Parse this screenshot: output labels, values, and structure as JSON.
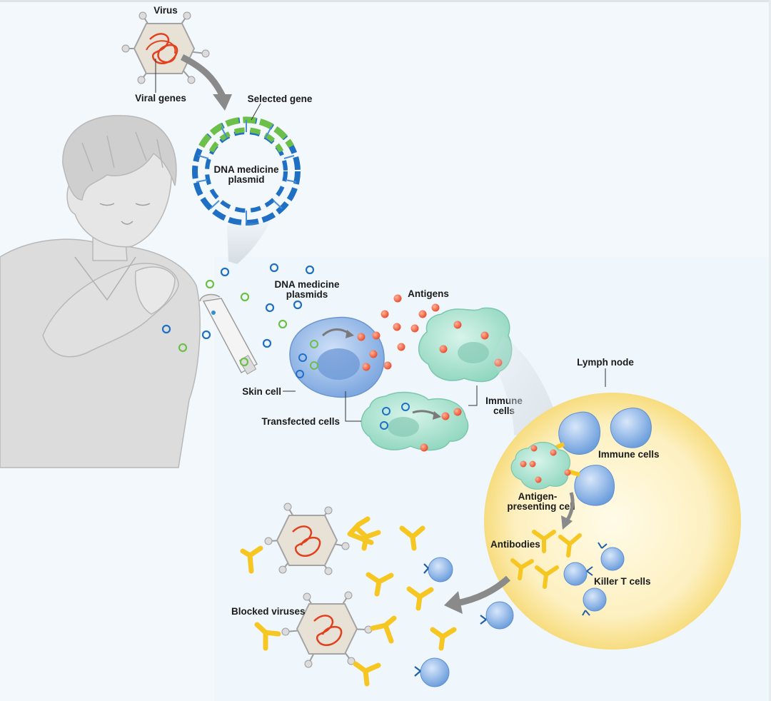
{
  "labels": {
    "virus": "Virus",
    "viral_genes": "Viral genes",
    "selected_gene": "Selected gene",
    "plasmid_line1": "DNA medicine",
    "plasmid_line2": "plasmid",
    "plasmids_line1": "DNA medicine",
    "plasmids_line2": "plasmids",
    "antigens": "Antigens",
    "skin_cell": "Skin cell",
    "transfected_cells": "Transfected cells",
    "immune_cells_line1": "Immune",
    "immune_cells_line2": "cells",
    "lymph_node": "Lymph node",
    "immune_cells_node": "Immune cells",
    "apc_line1": "Antigen-",
    "apc_line2": "presenting cell",
    "antibodies": "Antibodies",
    "killer_t_cells": "Killer T cells",
    "blocked_viruses": "Blocked viruses"
  },
  "colors": {
    "background": "#f3f8fc",
    "person": "#d6d6d6",
    "dna_green": "#6cc04a",
    "dna_blue": "#1f6fc5",
    "skin_cell": "#8cb3e6",
    "immune_cell": "#a6e3cf",
    "antigen": "#f06a4e",
    "lymph_node": "#fbe9a6",
    "antibody": "#f6c722",
    "tcell": "#7aa9e4",
    "virus_gene": "#e2401d"
  },
  "icons": {
    "injector": "injector-icon",
    "virus": "virus-icon",
    "antibody": "antibody-icon"
  }
}
